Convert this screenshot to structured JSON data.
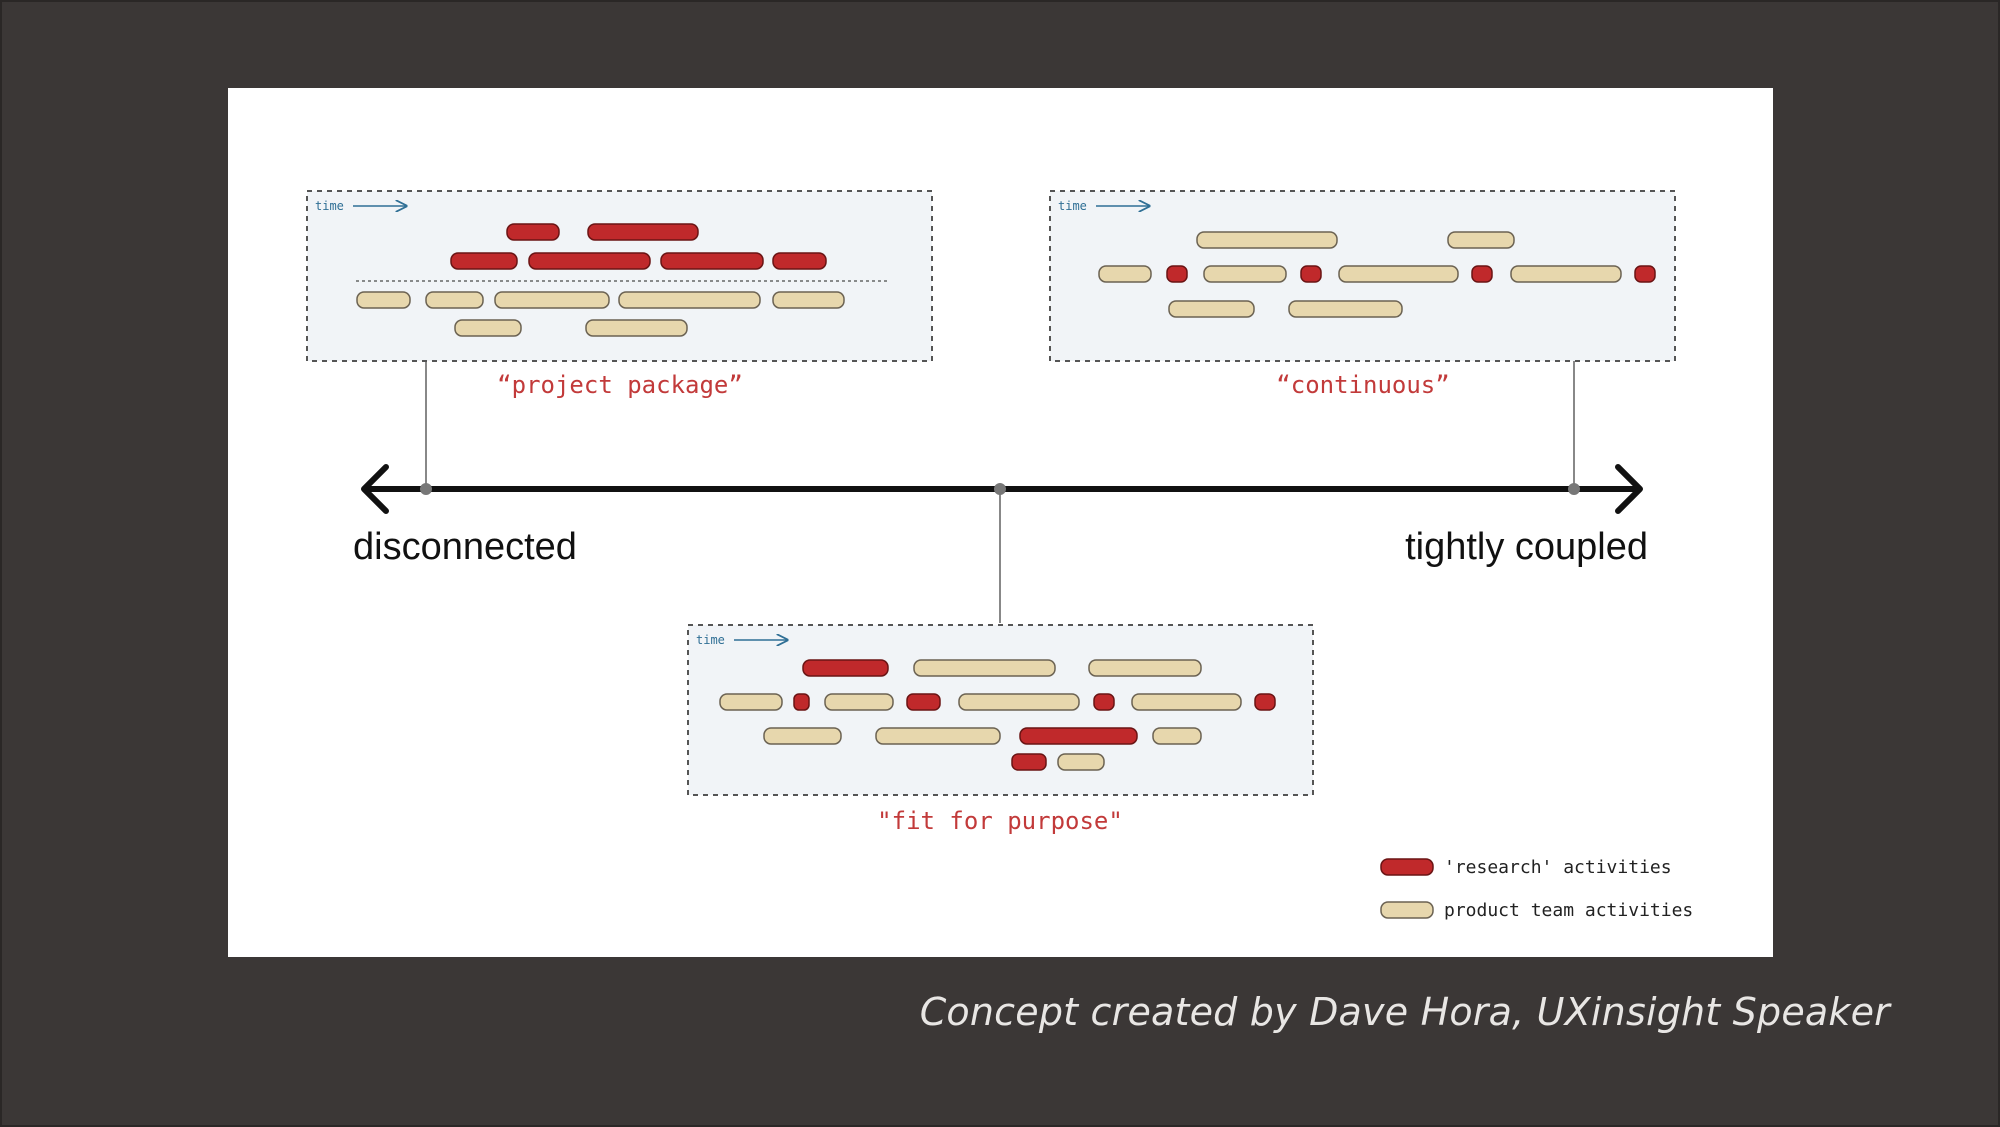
{
  "caption": "Concept created by Dave Hora, UXinsight Speaker",
  "axis": {
    "left_label": "disconnected",
    "right_label": "tightly coupled"
  },
  "panels": {
    "project_package": {
      "label": "“project package”",
      "time_label": "time"
    },
    "continuous": {
      "label": "“continuous”",
      "time_label": "time"
    },
    "fit_for_purpose": {
      "label": "\"fit for purpose\"",
      "time_label": "time"
    }
  },
  "legend": {
    "research": "'research' activities",
    "product": "product team activities"
  },
  "colors": {
    "research_fill": "#c0292b",
    "research_stroke": "#6a1414",
    "product_fill": "#e7d7ad",
    "product_stroke": "#6b6252",
    "panel_bg": "#f1f4f7",
    "panel_border": "#555555",
    "label_red": "#c23a3a",
    "time_blue": "#2f6f95"
  }
}
